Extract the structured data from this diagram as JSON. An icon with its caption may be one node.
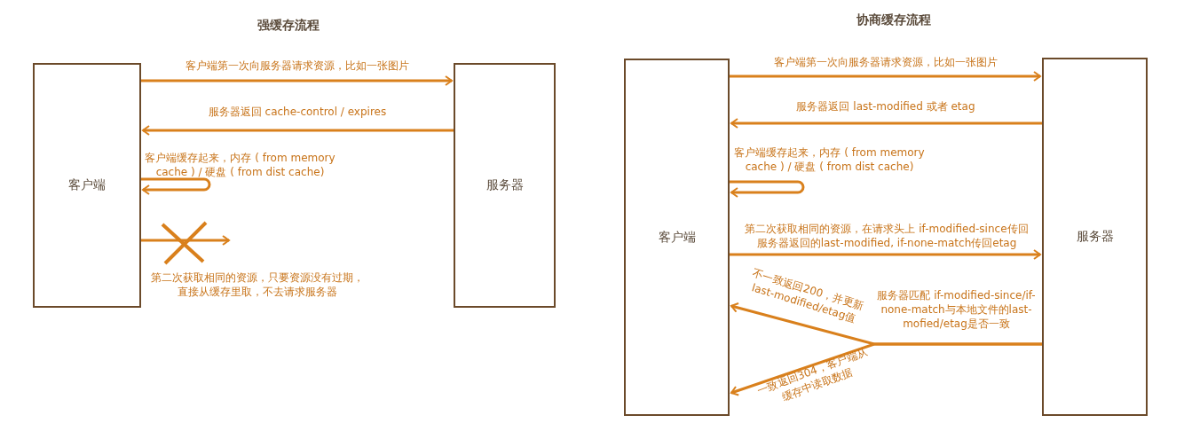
{
  "diagram": {
    "nodes": [
      {
        "text": [
          "客户端"
        ]
      },
      {
        "text": [
          "服务器"
        ]
      },
      {
        "text": [
          "客户端"
        ]
      },
      {
        "text": [
          "服务器"
        ]
      }
    ],
    "edges": [
      {
        "from": 0,
        "to": 1,
        "arrow": "to",
        "label": "客户端第一次向服务器请求资源，比如一张图片"
      },
      {
        "from": 1,
        "to": 0,
        "arrow": "to",
        "label": "服务器返回 cache-control / expires"
      },
      {
        "from": 0,
        "to": 0,
        "arrow": "to",
        "label": "客户端缓存起来，内存 ( from memory cache ) / 硬盘 ( from dist cache)"
      },
      {
        "from": 0,
        "to": null,
        "arrow": "to",
        "label": "第二次获取相同的资源，只要资源没有过期，直接从缓存里取，不去请求服务器"
      },
      {
        "from": 2,
        "to": 3,
        "arrow": "to",
        "label": "客户端第一次向服务器请求资源，比如一张图片"
      },
      {
        "from": 3,
        "to": 2,
        "arrow": "to",
        "label": "服务器返回 last-modified 或者 etag"
      },
      {
        "from": 2,
        "to": 2,
        "arrow": "to",
        "label": "客户端缓存起来，内存 ( from memory cache ) / 硬盘 ( from dist cache)"
      },
      {
        "from": 2,
        "to": 3,
        "arrow": "to",
        "label": "第二次获取相同的资源，在请求头上 if-modified-since传回服务器返回的last-modified, if-none-match传回etag"
      },
      {
        "from": 3,
        "to": 2,
        "arrow": "to",
        "label": "不一致返回200，并更新last-modified/etag值"
      },
      {
        "from": 3,
        "to": 2,
        "arrow": "to",
        "label": "一致返回304，客户端从缓存中读取数据"
      }
    ],
    "labels": [
      "强缓存流程",
      "协商缓存流程",
      "服务器匹配 if-modified-since/if-none-match与本地文件的last-mofied/etag是否一致"
    ]
  }
}
